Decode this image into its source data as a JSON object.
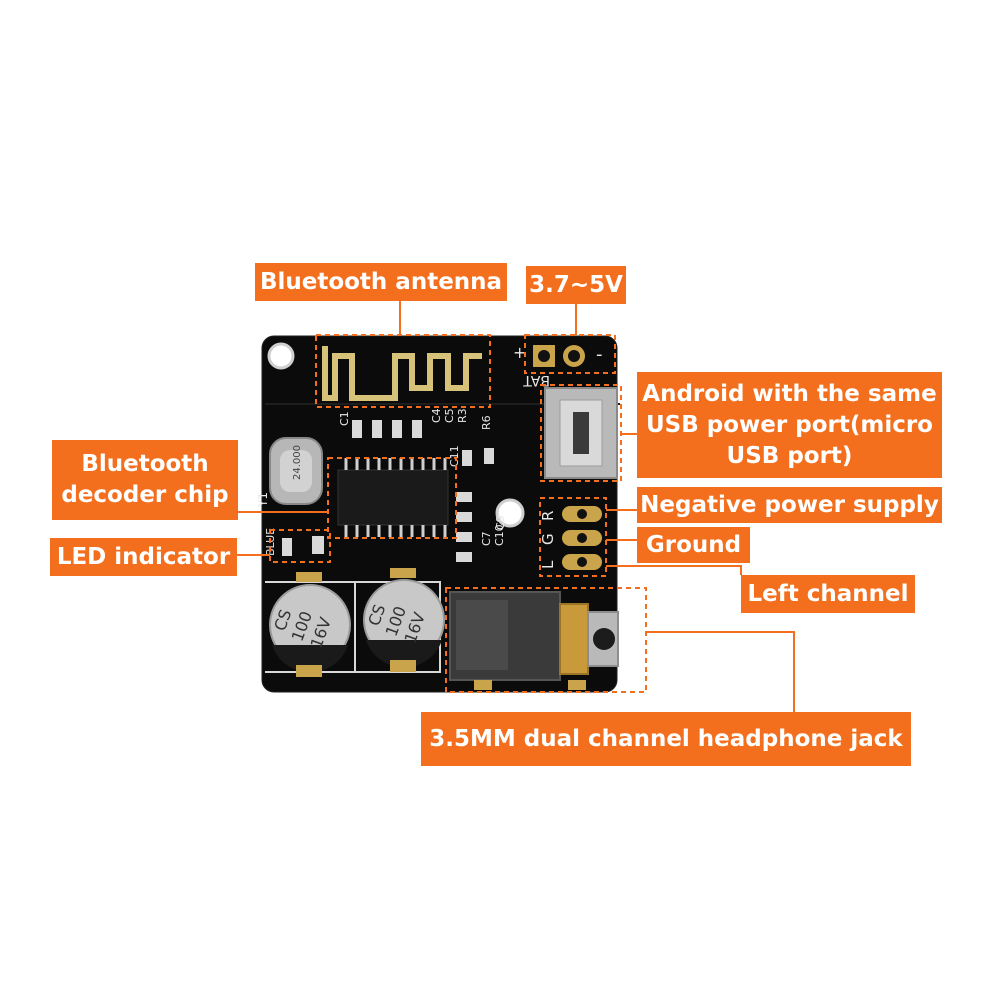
{
  "image": {
    "description_colors": {
      "callout_bg": "#f36f1d",
      "callout_text": "#ffffff",
      "board": "#0b0b0c",
      "silkscreen": "#e8e8e8",
      "leader": "#f36f1d"
    }
  },
  "callouts": {
    "bluetooth_antenna": "Bluetooth antenna",
    "voltage": "3.7~5V",
    "usb_port": [
      "Android with the same",
      "USB power port(micro",
      "USB port)"
    ],
    "decoder_chip": [
      "Bluetooth",
      "decoder chip"
    ],
    "negative_supply": "Negative power supply",
    "led_indicator": "LED indicator",
    "ground": "Ground",
    "left_channel": "Left channel",
    "headphone_jack": "3.5MM dual channel headphone jack"
  },
  "board": {
    "bat_label": "BAT",
    "plus": "+",
    "minus": "-",
    "pin_r": "R",
    "pin_g": "G",
    "pin_l": "L",
    "cap_text": [
      "CS",
      "100",
      "16V"
    ],
    "y1": "Y1",
    "crystal_text": "24.000",
    "refs": [
      "C1",
      "C4",
      "C5",
      "R3",
      "R6",
      "C11",
      "C7",
      "C10",
      "C9"
    ],
    "led_text": "BLUE"
  }
}
